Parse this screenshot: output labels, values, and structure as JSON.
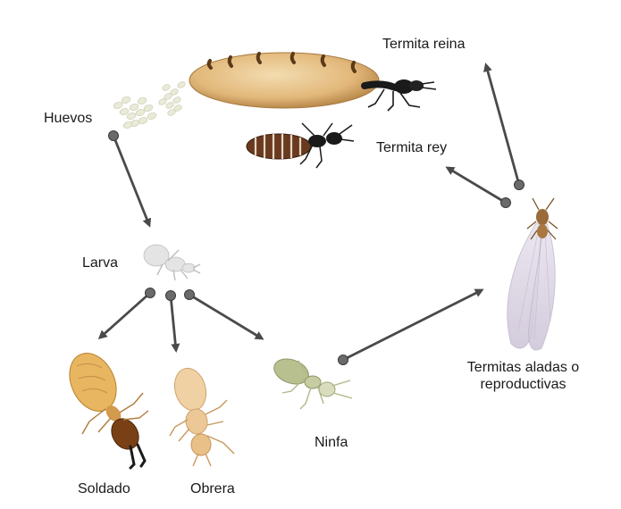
{
  "labels": {
    "queen": "Termita reina",
    "king": "Termita rey",
    "eggs": "Huevos",
    "larva": "Larva",
    "soldier": "Soldado",
    "worker": "Obrera",
    "nymph": "Ninfa",
    "winged": "Termitas aladas o reproductivas"
  }
}
